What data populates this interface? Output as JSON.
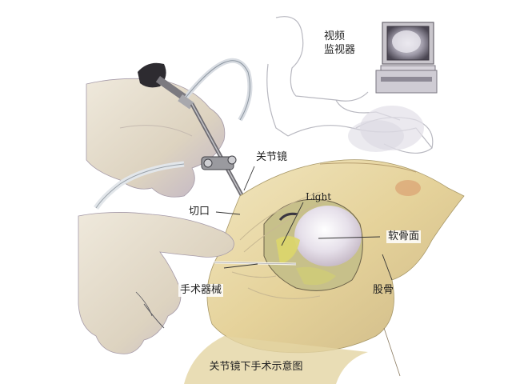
{
  "figure": {
    "title": "关节镜下手术示意图",
    "description": "Arthroscopic knee surgery illustration: gloved hand holding arthroscope inserted into knee, second hand with surgical instrument, surgeon with video monitor in background."
  },
  "labels": {
    "video_monitor": [
      "视频",
      "监视器"
    ],
    "arthroscope": "关节镜",
    "light": "Light",
    "incision": "切口",
    "cartilage_surface": "软骨面",
    "surgical_instrument": "手术器械",
    "femur": "股骨"
  },
  "colors": {
    "background": "#ffffff",
    "glove": "#e4dccb",
    "glove_shadow": "#b9aec2",
    "knee_skin": "#e8d9a8",
    "knee_shadow": "#c9b38a",
    "cartilage": "#e9e4ee",
    "joint_yellow": "#d9d27a",
    "scope_metal": "#8a8a8a",
    "scope_dark": "#2b2b2b",
    "leader_line": "#333333",
    "text": "#1e1e1e",
    "sketch": "#b0b0b8"
  }
}
